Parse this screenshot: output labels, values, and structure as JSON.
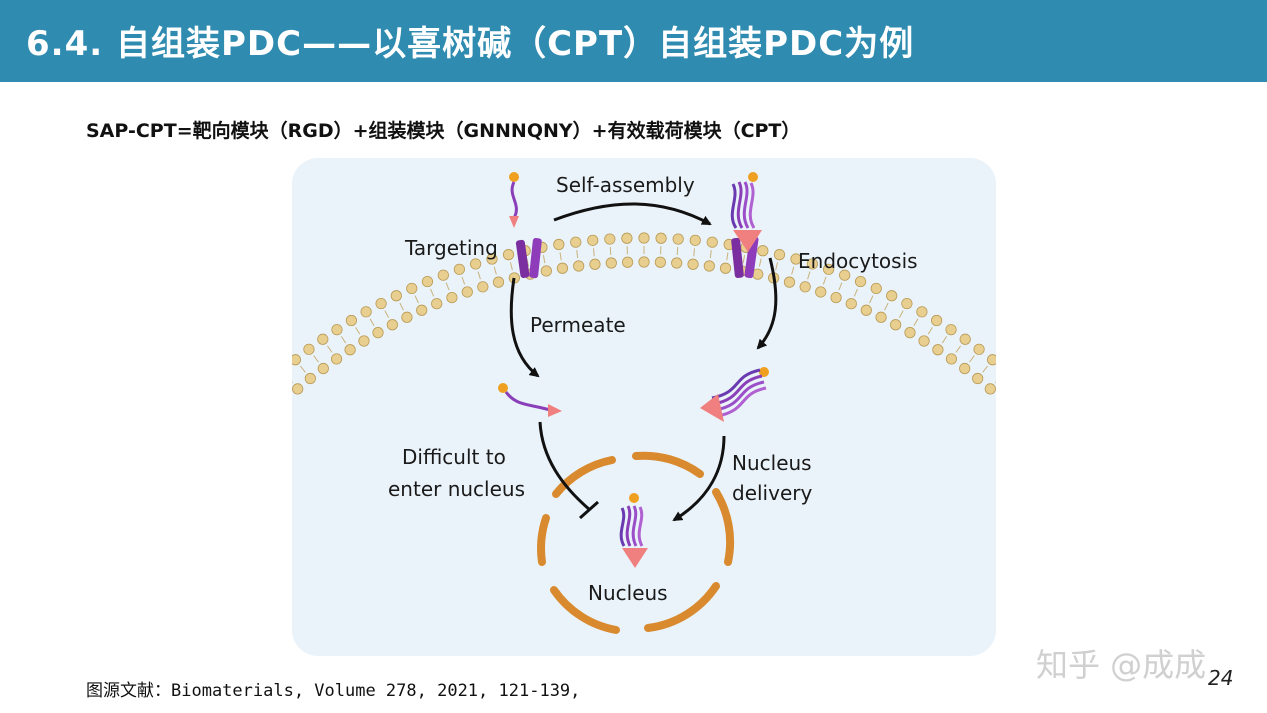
{
  "header": {
    "title": "6.4. 自组装PDC——以喜树碱（CPT）自组装PDC为例"
  },
  "subtitle": "SAP-CPT=靶向模块（RGD）+组装模块（GNNNQNY）+有效载荷模块（CPT）",
  "diagram": {
    "labels": {
      "self_assembly": "Self-assembly",
      "targeting": "Targeting",
      "endocytosis": "Endocytosis",
      "permeate": "Permeate",
      "difficult_line1": "Difficult to",
      "difficult_line2": "enter nucleus",
      "nucleus_delivery_line1": "Nucleus",
      "nucleus_delivery_line2": "delivery",
      "nucleus": "Nucleus"
    },
    "colors": {
      "panel_bg": "#eaf3fa",
      "lipid_head": "#e8cf8f",
      "receptor": "#7a2ea0",
      "peptide": "#8a3fb8",
      "drug_head": "#f0a020",
      "arrow_tip": "#f08080",
      "nucleus_membrane": "#d98a2e"
    }
  },
  "source": "图源文献：Biomaterials, Volume 278, 2021, 121-139,",
  "watermark": "知乎 @成成",
  "page_number": "24"
}
